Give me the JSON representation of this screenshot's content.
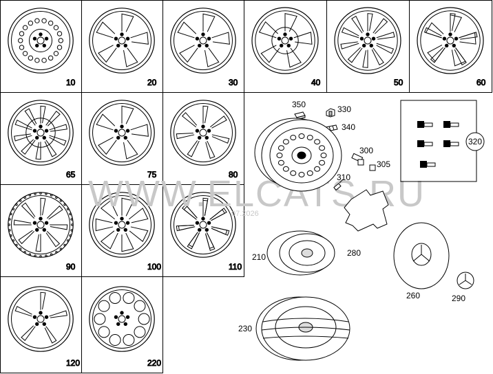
{
  "cells": [
    {
      "label": "10",
      "kind": "steel-holes"
    },
    {
      "label": "20",
      "kind": "star-curved"
    },
    {
      "label": "30",
      "kind": "star-curved"
    },
    {
      "label": "40",
      "kind": "five-windows"
    },
    {
      "label": "50",
      "kind": "multi-spoke"
    },
    {
      "label": "60",
      "kind": "five-twin"
    },
    {
      "label": "65",
      "kind": "twin-spoke-10"
    },
    {
      "label": "75",
      "kind": "star-curved"
    },
    {
      "label": "80",
      "kind": "seven-spoke"
    },
    {
      "label": "90",
      "kind": "bead-eight"
    },
    {
      "label": "100",
      "kind": "seven-windows"
    },
    {
      "label": "110",
      "kind": "seven-twin"
    },
    {
      "label": "120",
      "kind": "five-simple"
    },
    {
      "label": "220",
      "kind": "ten-windows"
    }
  ],
  "parts": {
    "p350": "350",
    "p330": "330",
    "p340": "340",
    "p300": "300",
    "p305": "305",
    "p310": "310",
    "p320": "320",
    "p280": "280",
    "p210": "210",
    "p260": "260",
    "p290": "290",
    "p230": "230"
  },
  "watermark": {
    "text": "WWW.ELCATS.RU",
    "date": "07.2026"
  }
}
